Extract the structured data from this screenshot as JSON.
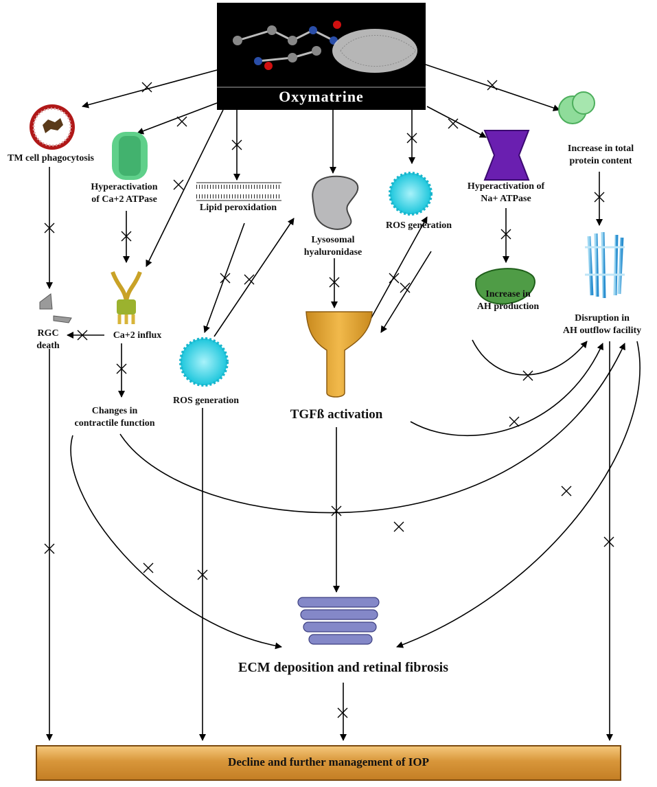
{
  "header": {
    "title": "Oxymatrine"
  },
  "nodes": {
    "tm_phago": "TM cell phagocytosis",
    "ca_atpase_1": "Hyperactivation",
    "ca_atpase_2": "of Ca+2 ATPase",
    "lipid": "Lipid peroxidation",
    "lyso_1": "Lysosomal",
    "lyso_2": "hyaluronidase",
    "ros_top": "ROS generation",
    "na_atpase_1": "Hyperactivation of",
    "na_atpase_2": "Na+ ATPase",
    "protein_1": "Increase in total",
    "protein_2": "protein content",
    "rgc_1": "RGC",
    "rgc_2": "death",
    "ca_influx": "Ca+2 influx",
    "ah_prod_1": "Increase in",
    "ah_prod_2": "AH production",
    "ah_out_1": "Disruption in",
    "ah_out_2": "AH outflow facility",
    "contractile_1": "Changes in",
    "contractile_2": "contractile function",
    "ros_bottom": "ROS generation",
    "tgf": "TGFß activation",
    "ecm": "ECM deposition and retinal fibrosis"
  },
  "footer": {
    "label": "Decline and further management of IOP"
  },
  "colors": {
    "header_bg": "#000000",
    "footer_fill": "#d8963a",
    "ros_cyan": "#3fd8e8",
    "tgf_orange": "#e0a030",
    "na_purple": "#6a1fb0",
    "ca_green": "#6fcf8c",
    "ah_green": "#2e7d32",
    "ecm_slate": "#7a7ec2"
  }
}
